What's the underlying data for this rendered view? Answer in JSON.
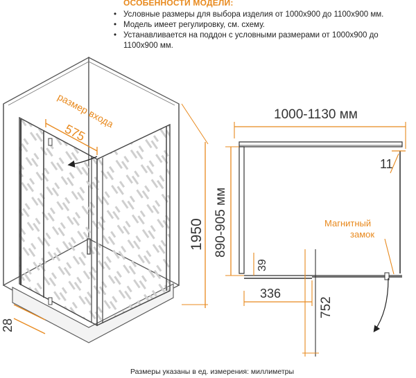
{
  "features": {
    "title": "ОСОБЕННОСТИ МОДЕЛИ:",
    "items": [
      "Условные размеры для выбора изделия от 1000х900 до 1100х900 мм.",
      "Модель имеет регулировку,  см.  схему.",
      "Устанавливается на поддон с условными размерами от 1000х900 до 1100х900 мм."
    ]
  },
  "left_view": {
    "entry_label": "размер входа",
    "entry_width": "575",
    "height": "1950",
    "tray_height": "28"
  },
  "plan_view": {
    "width_range": "1000-1130 мм",
    "depth_range": "890-905 мм",
    "offset_top": "11",
    "offset_side": "39",
    "door_fixed": "336",
    "door_swing": "752",
    "lock_label_line1": "Магнитный",
    "lock_label_line2": "замок"
  },
  "footnote": "Размеры указаны в ед. измерения: миллиметры",
  "colors": {
    "accent": "#e8891d",
    "line": "#333333",
    "glass_stripe": "#c8c8c8"
  }
}
